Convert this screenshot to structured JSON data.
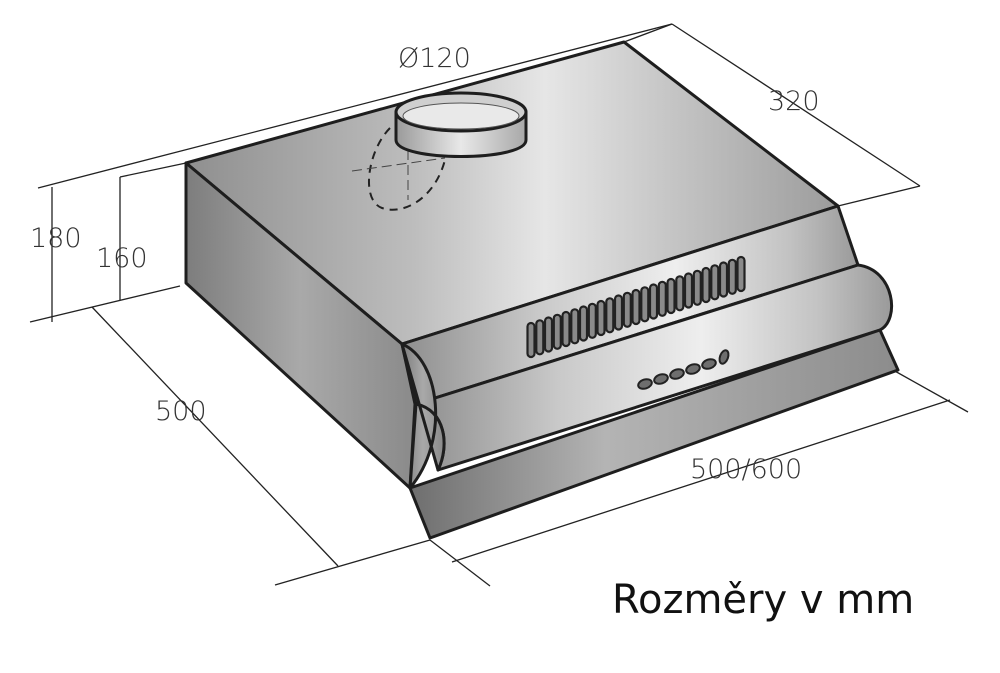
{
  "dimensions": {
    "duct_diameter": "Ø120",
    "depth_top": "320",
    "total_height": "180",
    "body_height": "160",
    "depth_side": "500",
    "width": "500/600"
  },
  "caption": "Rozměry v mm",
  "colors": {
    "body_light": "#dcdcdc",
    "body_dark": "#7a7a7a",
    "outline": "#1e1e1e",
    "text": "#333333"
  },
  "icons": {
    "duct": "circular-duct-collar",
    "vents": "ventilation-slots",
    "controls": "control-buttons"
  }
}
